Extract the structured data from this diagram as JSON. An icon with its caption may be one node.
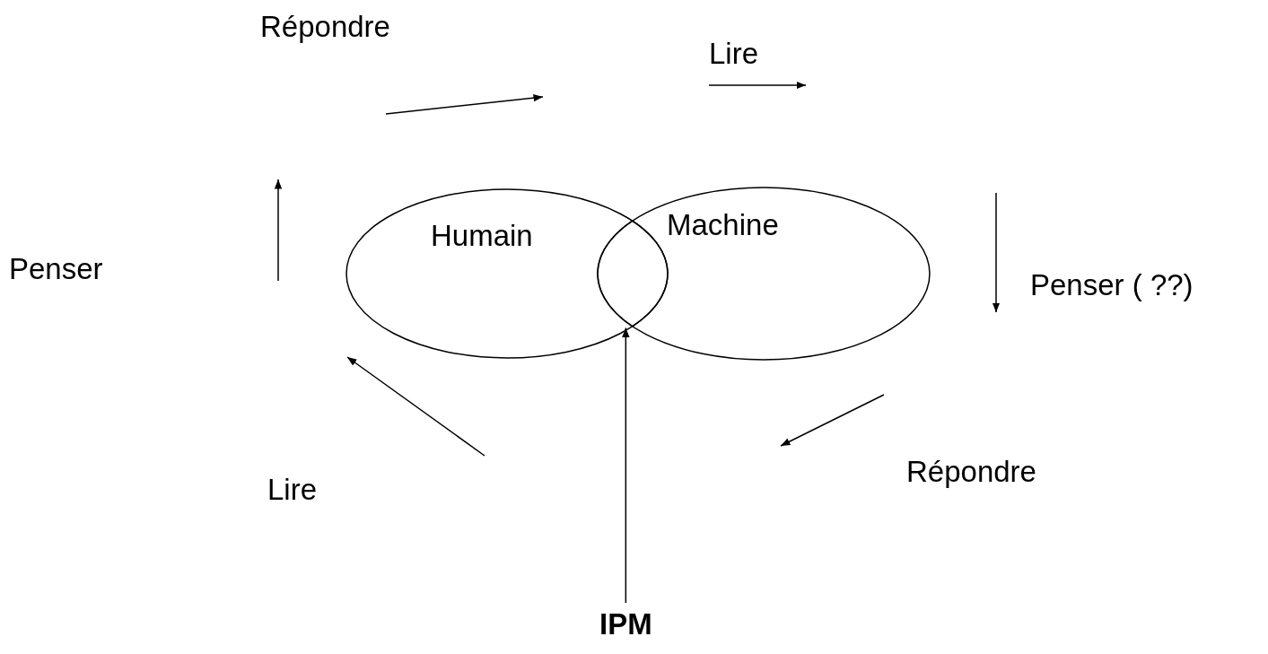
{
  "diagram": {
    "nodes": [
      {
        "text": [
          "Humain"
        ]
      },
      {
        "text": [
          "Machine"
        ]
      },
      {
        "text": [],
        "shape": "lens"
      },
      {
        "text": [
          "IPM"
        ]
      }
    ],
    "edges": [
      {
        "from": 3,
        "to": 2,
        "arrow": "to"
      }
    ],
    "labels": [
      "Répondre",
      "Lire",
      "Penser",
      "Penser ( ??)",
      "Répondre",
      "Lire"
    ]
  }
}
